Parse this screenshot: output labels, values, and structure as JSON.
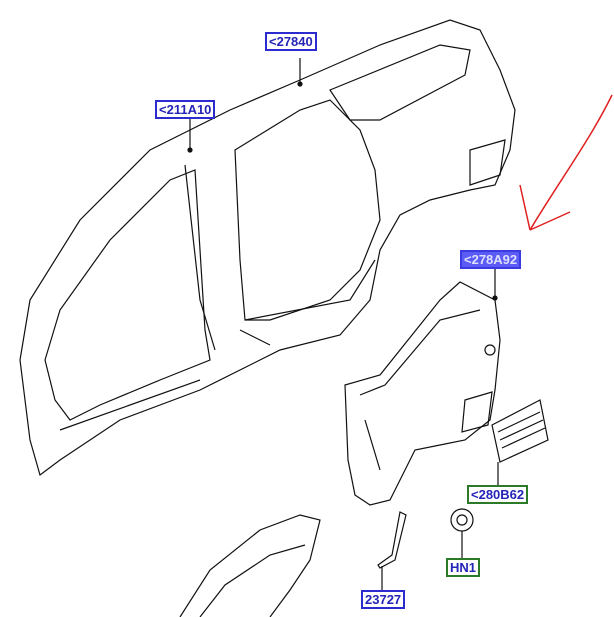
{
  "labels": {
    "roof_rail": "<27840",
    "a_pillar": "<211A10",
    "quarter_panel": "<278A92",
    "vent_grille": "<280B62",
    "nut": "HN1",
    "moulding": "23727"
  },
  "colors": {
    "label_blue": "#2b2bd0",
    "label_green": "#2a7a2a",
    "selected_fill": "#5b5bf5",
    "annotation_arrow": "#e02020"
  }
}
